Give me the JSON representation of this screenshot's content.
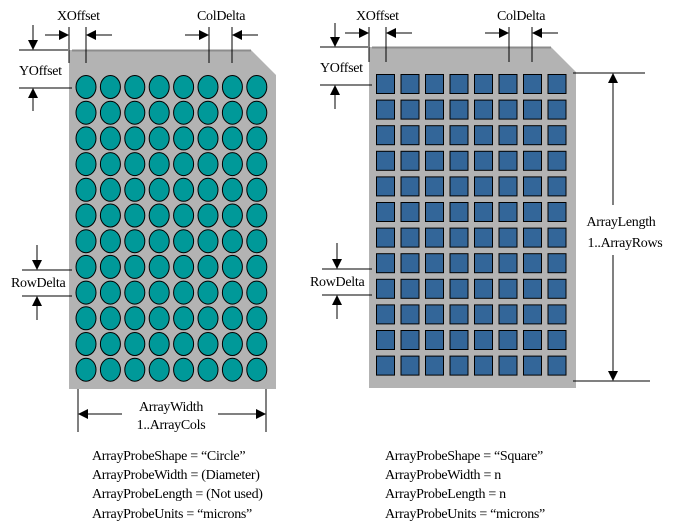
{
  "colors": {
    "plate": "#b3b3b3",
    "plate_edge": "#8c8c8c",
    "circle_probe": "#009999",
    "square_probe": "#336699"
  },
  "left_panel": {
    "rows": 12,
    "cols": 8,
    "xoffset_label": "XOffset",
    "coldelta_label": "ColDelta",
    "yoffset_label": "YOffset",
    "rowdelta_label": "RowDelta",
    "arraywidth_label": "ArrayWidth",
    "arraycols_label": "1..ArrayCols",
    "properties": [
      "ArrayProbeShape = “Circle”",
      "ArrayProbeWidth = (Diameter)",
      "ArrayProbeLength = (Not used)",
      "ArrayProbeUnits = “microns”"
    ]
  },
  "right_panel": {
    "rows": 12,
    "cols": 8,
    "xoffset_label": "XOffset",
    "coldelta_label": "ColDelta",
    "yoffset_label": "YOffset",
    "rowdelta_label": "RowDelta",
    "arraylength_label": "ArrayLength",
    "arrayrows_label": "1..ArrayRows",
    "properties": [
      "ArrayProbeShape = “Square”",
      "ArrayProbeWidth = n",
      "ArrayProbeLength = n",
      "ArrayProbeUnits = “microns”"
    ]
  }
}
